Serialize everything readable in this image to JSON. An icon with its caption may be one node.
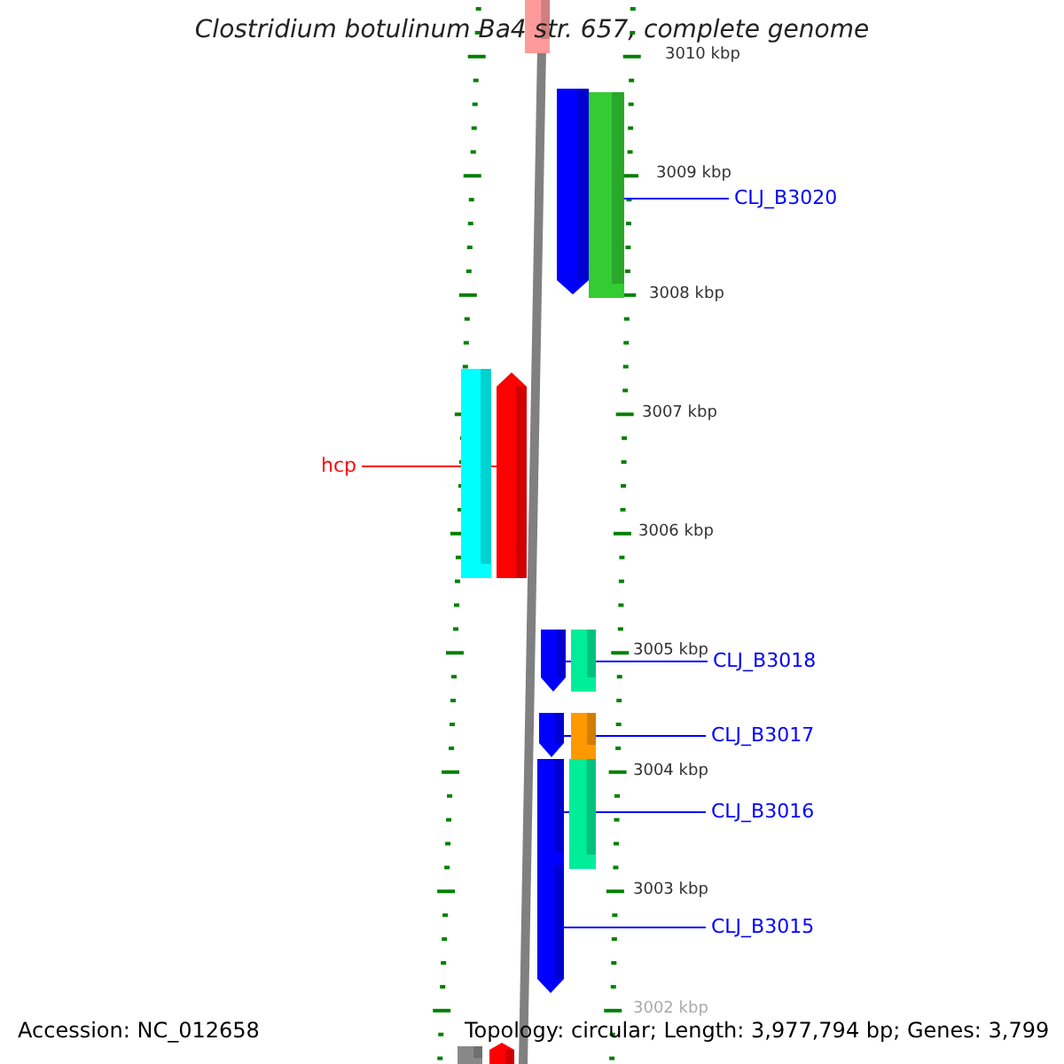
{
  "diagram": {
    "title": "Clostridium botulinum Ba4 str. 657, complete genome",
    "nodes": [
      {
        "text": [],
        "shape": "bar"
      },
      {
        "text": [],
        "shape": "bar"
      },
      {
        "text": [],
        "shape": "bar"
      },
      {
        "text": [
          "CLJ_B3020"
        ]
      },
      {
        "text": [],
        "shape": "bar"
      },
      {
        "text": [],
        "shape": "bar"
      },
      {
        "text": [
          "hcp"
        ]
      },
      {
        "text": [],
        "shape": "bar"
      },
      {
        "text": [],
        "shape": "bar"
      },
      {
        "text": [
          "CLJ_B3018"
        ]
      },
      {
        "text": [],
        "shape": "bar"
      },
      {
        "text": [],
        "shape": "bar"
      },
      {
        "text": [
          "CLJ_B3017"
        ]
      },
      {
        "text": [],
        "shape": "bar"
      },
      {
        "text": [],
        "shape": "bar"
      },
      {
        "text": [
          "CLJ_B3016"
        ]
      },
      {
        "text": [],
        "shape": "bar"
      },
      {
        "text": [
          "CLJ_B3015"
        ]
      },
      {
        "text": [],
        "shape": "bar"
      },
      {
        "text": [],
        "shape": "bar"
      }
    ],
    "edges": [
      {
        "from": 3,
        "to": 1,
        "arrow": "none"
      },
      {
        "from": 6,
        "to": 5,
        "arrow": "none",
        "color": "#ff0000"
      },
      {
        "from": 9,
        "to": 7,
        "arrow": "none"
      },
      {
        "from": 12,
        "to": 10,
        "arrow": "none"
      },
      {
        "from": 15,
        "to": 13,
        "arrow": "none"
      },
      {
        "from": 17,
        "to": 16,
        "arrow": "none"
      }
    ],
    "labels": [
      "3010 kbp",
      "3009 kbp",
      "3008 kbp",
      "3007 kbp",
      "3006 kbp",
      "3005 kbp",
      "3004 kbp",
      "3003 kbp",
      "3002 kbp",
      "Accession: NC_012658",
      "Topology: circular; Length: 3,977,794 bp; Genes: 3,799"
    ]
  }
}
